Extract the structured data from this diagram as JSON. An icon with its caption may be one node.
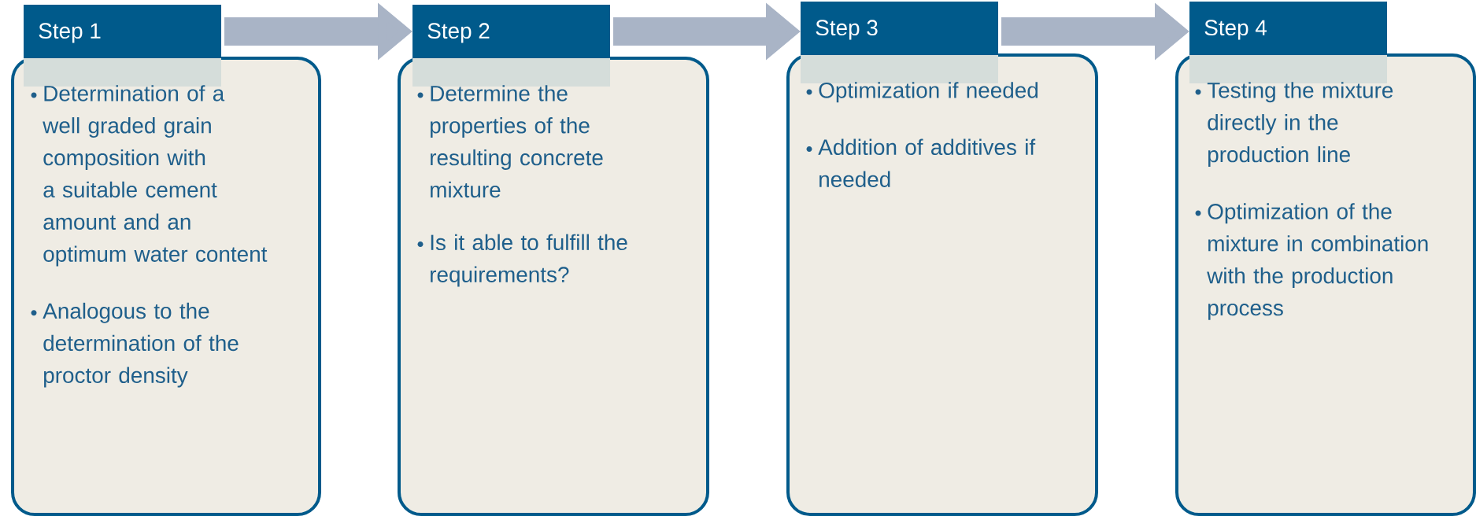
{
  "diagram": {
    "nodes": [
      {
        "text": [
          "Step 1",
          "Determination of a well graded grain composition with a suitable cement amount and an optimum water content",
          "Analogous to the determination of the proctor density"
        ]
      },
      {
        "text": [
          "Step 2",
          "Determine the properties of the resulting concrete mixture",
          "Is it able to fulfill the requirements?"
        ]
      },
      {
        "text": [
          "Step 3",
          "Optimization if needed",
          "Addition of additives if needed"
        ]
      },
      {
        "text": [
          "Step 4",
          "Testing the mixture directly in the production line",
          "Optimization of the mixture in combination with the production process"
        ]
      }
    ],
    "edges": [
      {
        "from": 0,
        "to": 1,
        "arrow": "to"
      },
      {
        "from": 1,
        "to": 2,
        "arrow": "to"
      },
      {
        "from": 2,
        "to": 3,
        "arrow": "to"
      }
    ]
  }
}
